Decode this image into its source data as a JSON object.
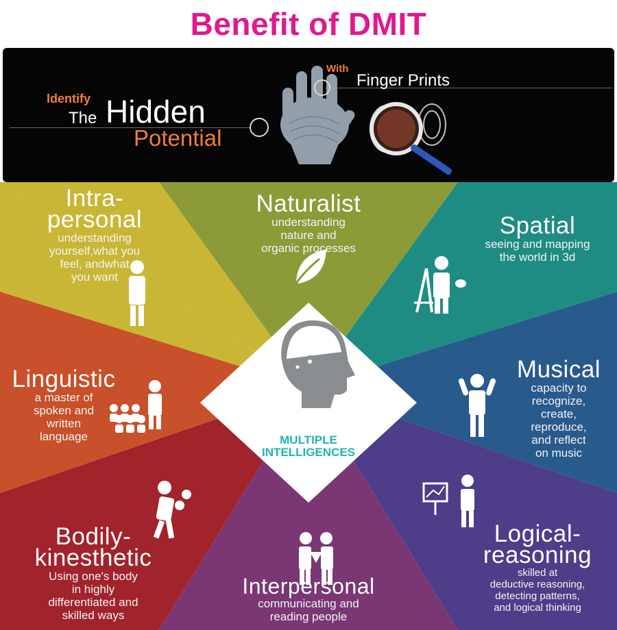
{
  "title": "Benefit of  DMIT",
  "banner": {
    "identify": "Identify",
    "the": "The",
    "hidden": "Hidden",
    "potential": "Potential",
    "with": "With",
    "finger_prints": "Finger Prints"
  },
  "center": {
    "line1": "MULTIPLE",
    "line2": "INTELLIGENCES"
  },
  "segments": [
    {
      "id": "intrapersonal",
      "title": [
        "Intra-",
        "personal"
      ],
      "desc": [
        "understanding",
        "yourself,what you",
        "feel, andwhat",
        "you want"
      ],
      "color": "#c9b635"
    },
    {
      "id": "naturalist",
      "title": [
        "Naturalist"
      ],
      "desc": [
        "understanding",
        "nature and",
        "organic processes"
      ],
      "color": "#8c9b38"
    },
    {
      "id": "spatial",
      "title": [
        "Spatial"
      ],
      "desc": [
        "seeing and mapping",
        "the world in 3d"
      ],
      "color": "#1f8c84"
    },
    {
      "id": "musical",
      "title": [
        "Musical"
      ],
      "desc": [
        "capacity to",
        "recognize,",
        "create,",
        "reproduce,",
        "and reflect",
        "on music"
      ],
      "color": "#285a8c"
    },
    {
      "id": "logical",
      "title": [
        "Logical-",
        "reasoning"
      ],
      "desc": [
        "skilled at",
        "deductive reasoning,",
        "detecting patterns,",
        "and logical thinking"
      ],
      "color": "#4e3d88"
    },
    {
      "id": "interpersonal",
      "title": [
        "Interpersonal"
      ],
      "desc": [
        "communicating and",
        "reading people"
      ],
      "color": "#7a3774"
    },
    {
      "id": "bodily",
      "title": [
        "Bodily-",
        "kinesthetic"
      ],
      "desc": [
        "Using one's body",
        "in highly",
        "differentiated and",
        "skilled ways"
      ],
      "color": "#a1232c"
    },
    {
      "id": "linguistic",
      "title": [
        "Linguistic"
      ],
      "desc": [
        "a master of",
        "spoken and",
        "written",
        "language"
      ],
      "color": "#c8502a"
    }
  ]
}
